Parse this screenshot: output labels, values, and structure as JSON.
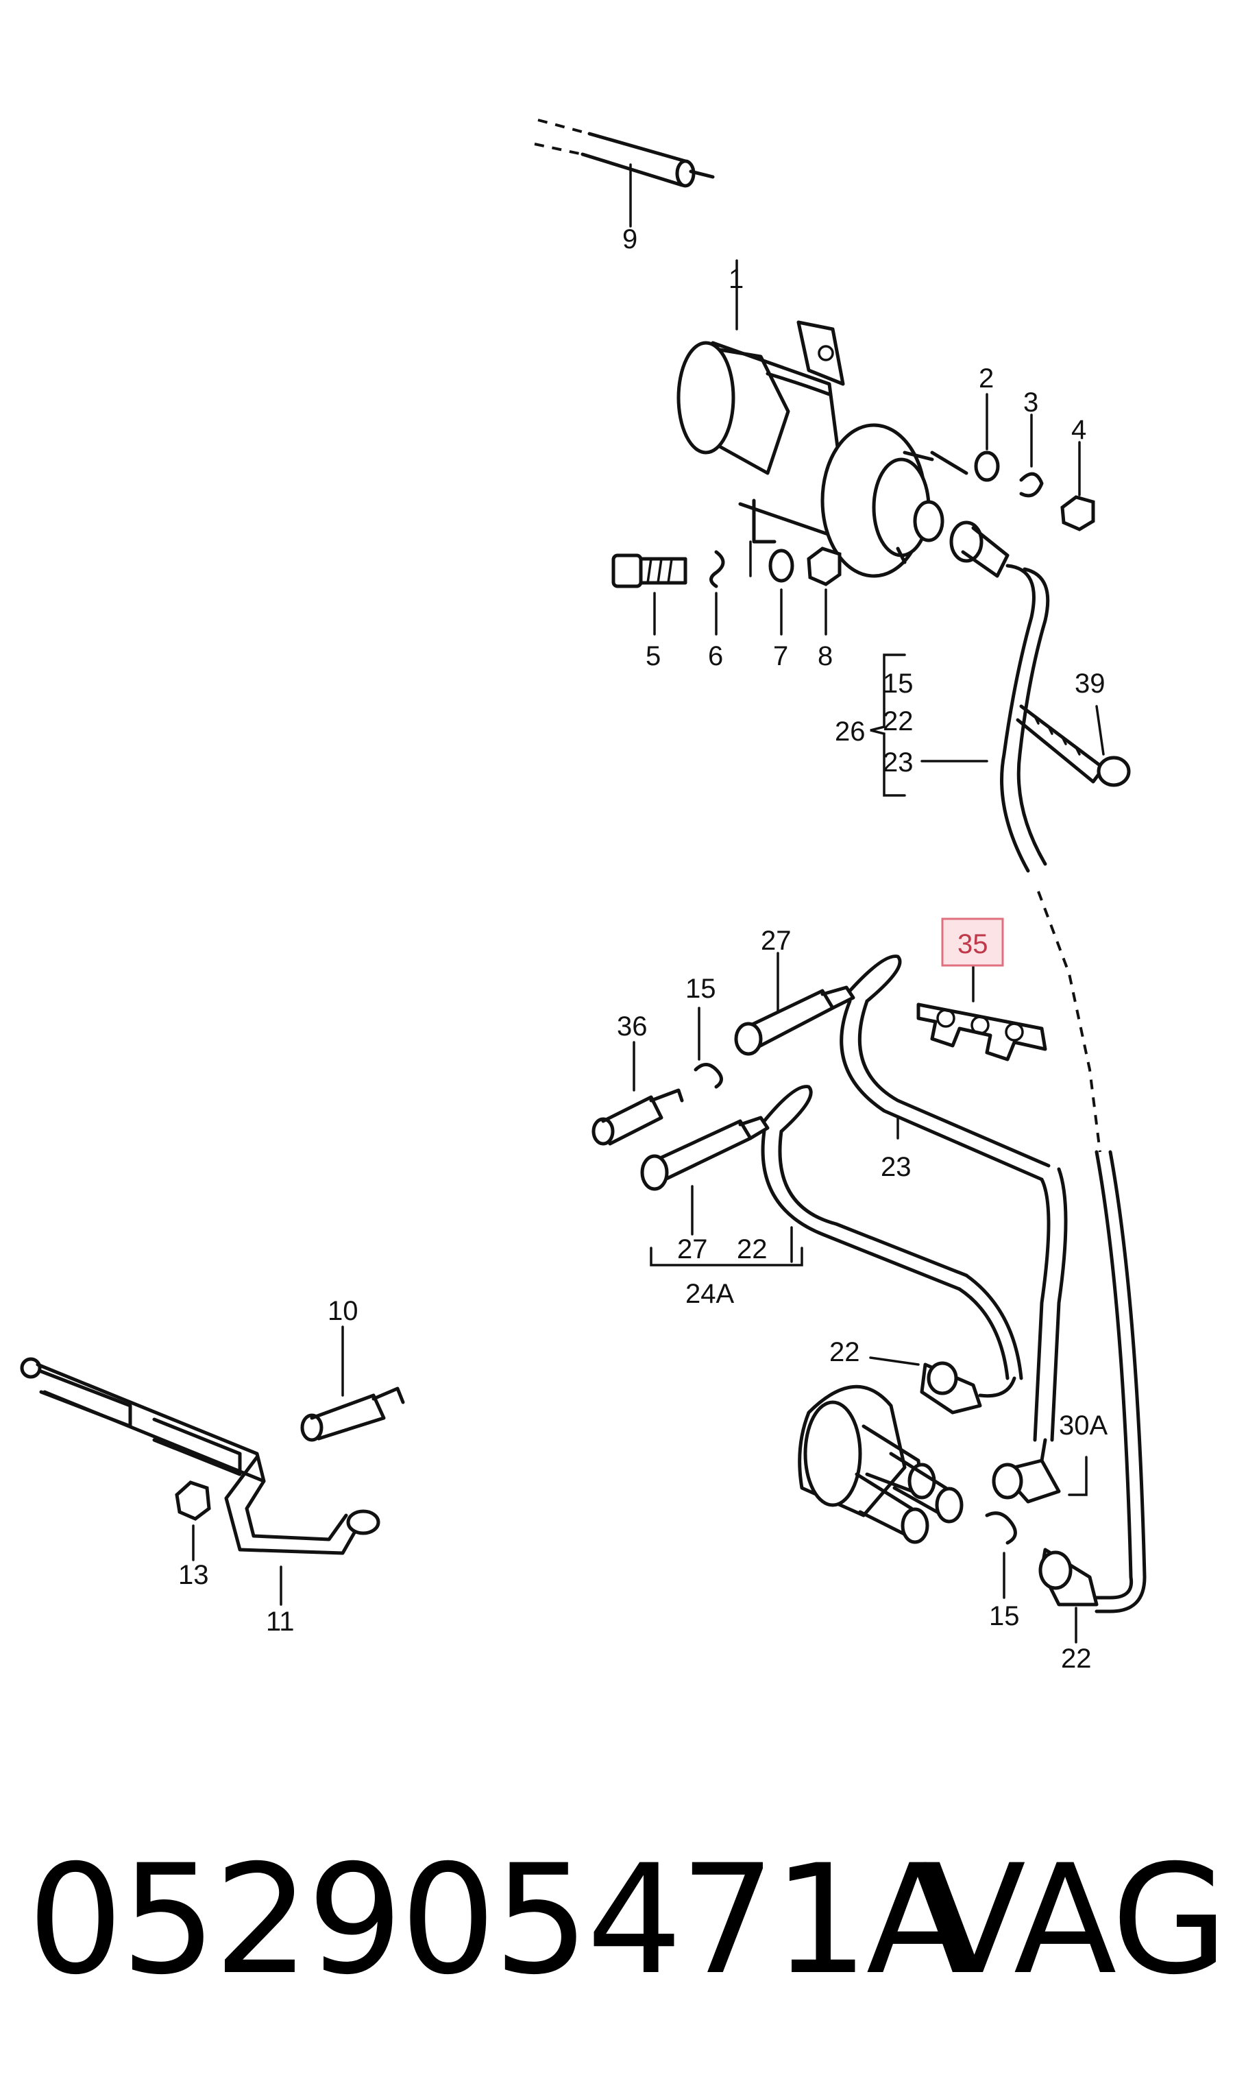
{
  "callouts": {
    "c1": "1",
    "c2": "2",
    "c3": "3",
    "c4": "4",
    "c5": "5",
    "c6": "6",
    "c7": "7",
    "c8": "8",
    "c9": "9",
    "c10": "10",
    "c11": "11",
    "c13": "13",
    "c15a": "15",
    "c15b": "15",
    "c15c": "15",
    "c22a": "22",
    "c22b": "22",
    "c22c": "22",
    "c22d": "22",
    "c23a": "23",
    "c23b": "23",
    "c24a": "24A",
    "c26": "26",
    "c27a": "27",
    "c27b": "27",
    "c30a": "30A",
    "c35": "35",
    "c36": "36",
    "c39": "39"
  },
  "highlight": {
    "label": "35",
    "border_color": "#e0707e",
    "fill_color": "#fbe3e6"
  },
  "footer": {
    "part_number": "052905471A",
    "brand": "VAG"
  }
}
